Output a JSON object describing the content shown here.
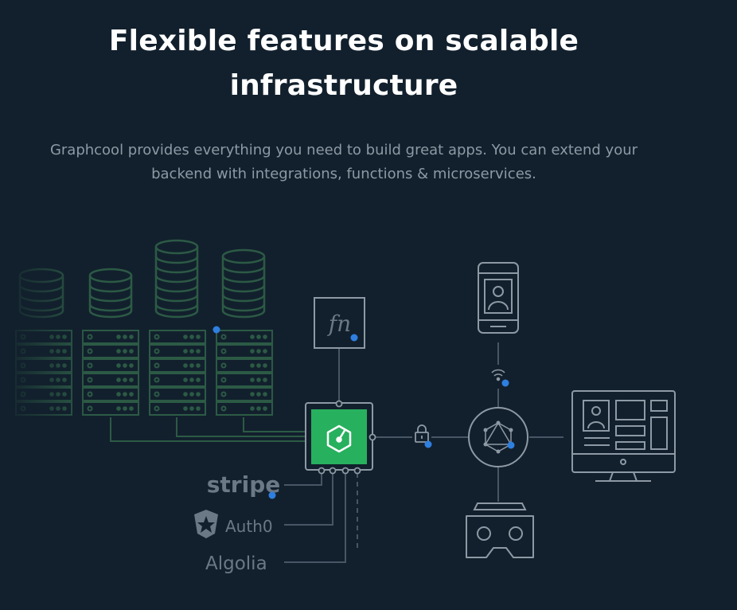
{
  "hero": {
    "heading": "Flexible features on scalable infrastructure",
    "description": "Graphcool provides everything you need to build great apps. You can extend your backend with integrations, functions & microservices."
  },
  "diagram": {
    "function_label": "fn",
    "integrations": [
      "stripe",
      "Auth0",
      "Algolia"
    ],
    "icons": [
      "database-icon",
      "server-rack-icon",
      "function-icon",
      "graphcool-logo-icon",
      "lock-icon",
      "graphql-hub-icon",
      "wifi-icon",
      "mobile-phone-icon",
      "desktop-monitor-icon",
      "vr-headset-icon",
      "auth0-shield-icon"
    ],
    "colors": {
      "background": "#12202d",
      "line": "#475565",
      "server_green": "#2c5a45",
      "accent_green": "#27b05e",
      "dot_blue": "#2f7fe0"
    }
  }
}
